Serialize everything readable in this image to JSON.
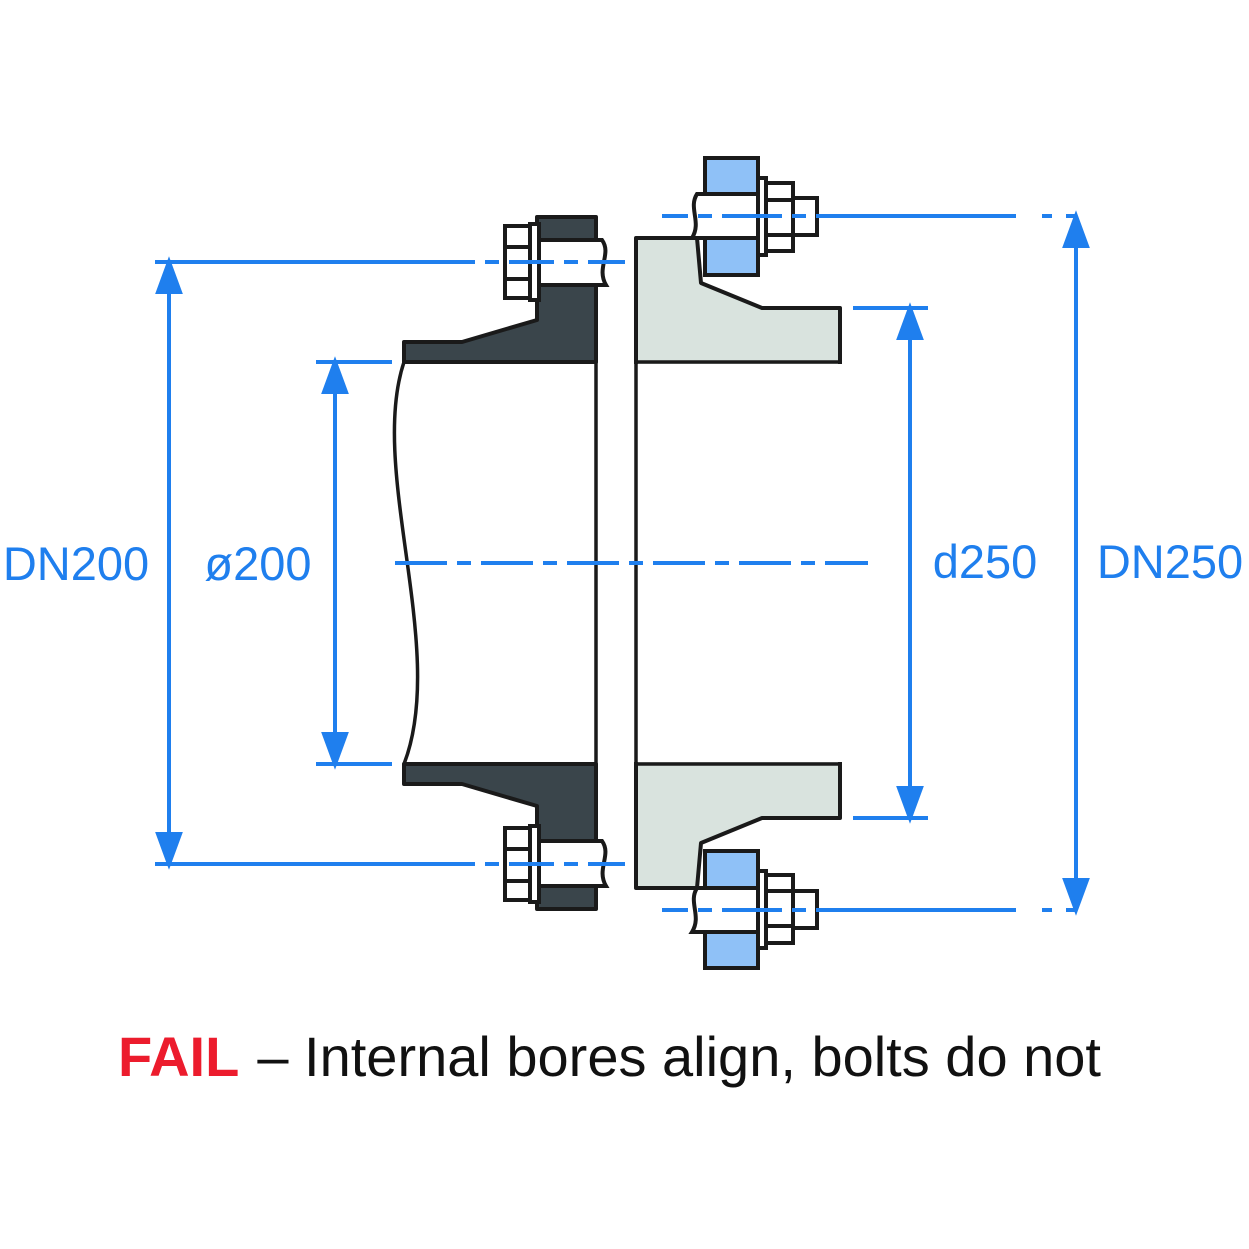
{
  "drawing": {
    "type": "flange-mating-section",
    "labels": {
      "left_outer": "DN200",
      "left_bore": "ø200",
      "right_bore": "d250",
      "right_outer": "DN250"
    },
    "caption": {
      "status": "FAIL",
      "rest": "– Internal bores align, bolts do not"
    },
    "colors": {
      "dimension_blue": "#1F7FEE",
      "bolt_highlight_blue": "#8FC1F7",
      "flange_dark": "#3A454B",
      "flange_light": "#D9E3DE",
      "fail_red": "#EC1C2D",
      "outline_black": "#1A1A1A"
    }
  }
}
